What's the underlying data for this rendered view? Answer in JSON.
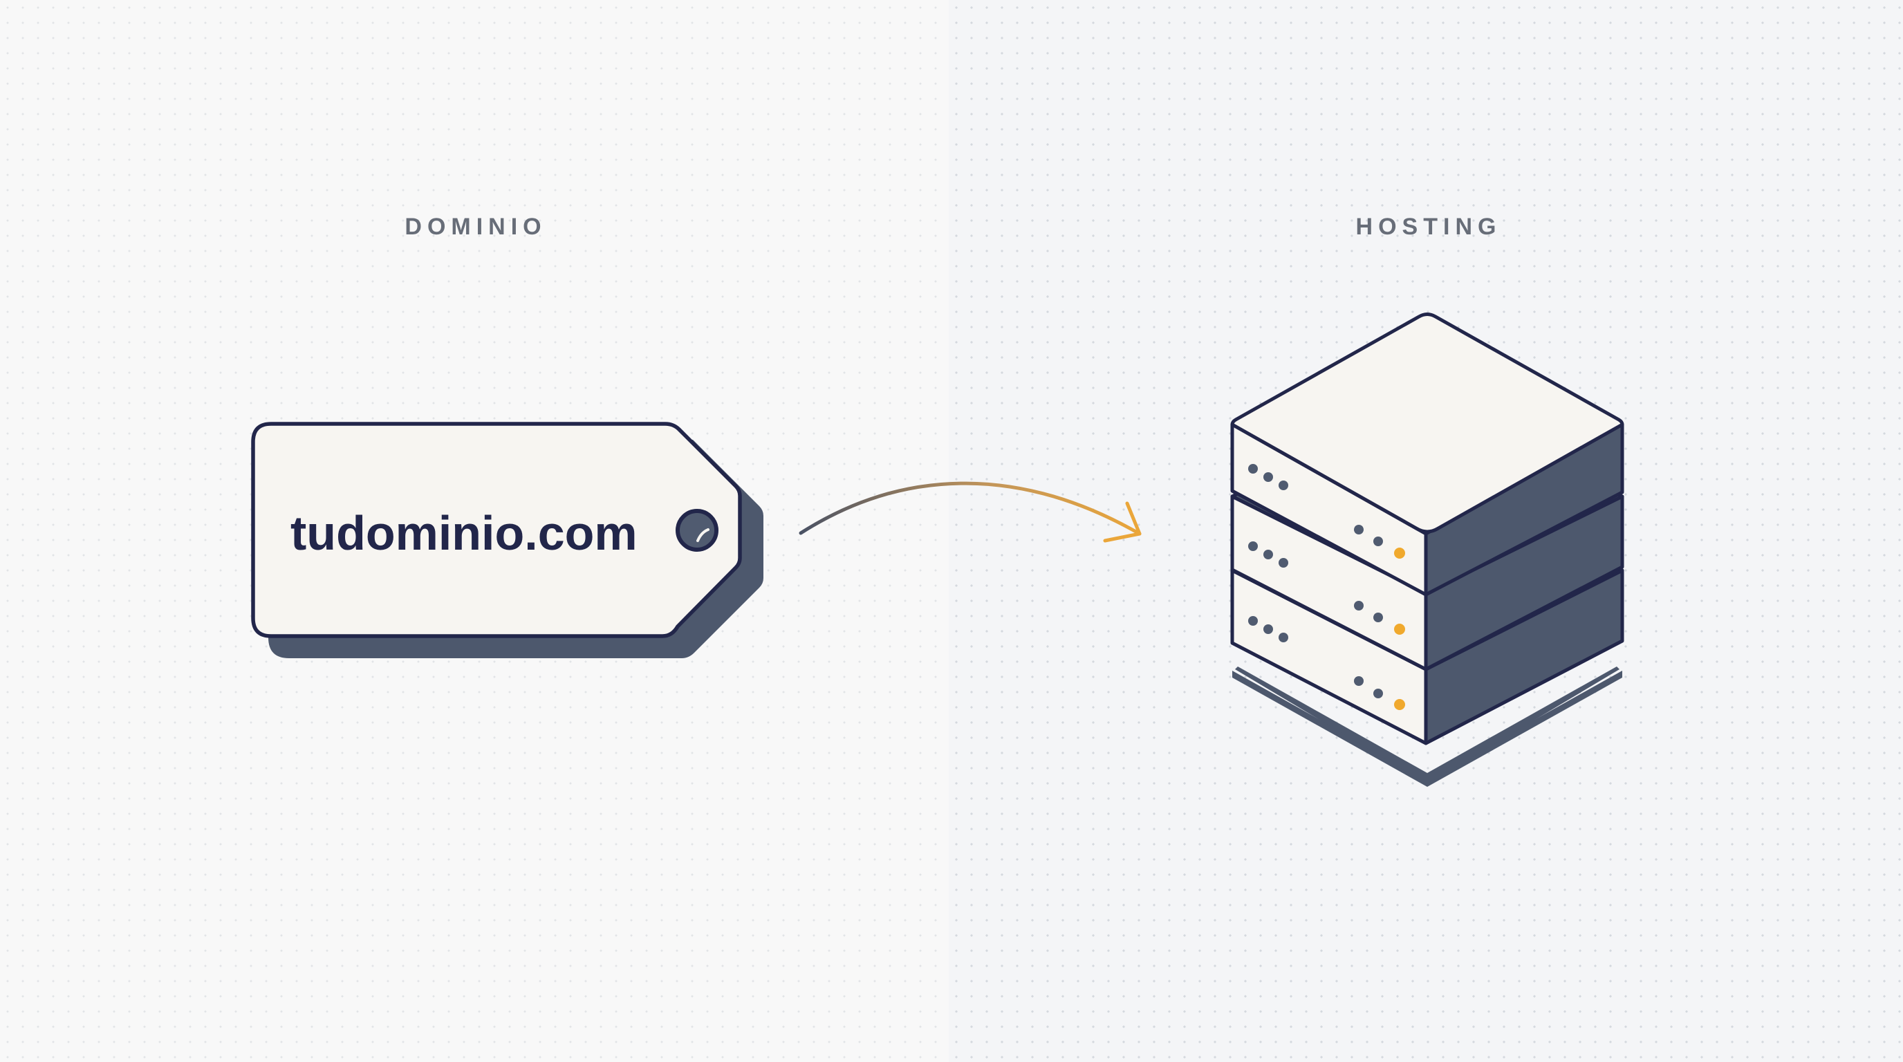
{
  "labels": {
    "domain": "DOMINIO",
    "hosting": "HOSTING"
  },
  "domain_tag": {
    "text": "tudominio.com",
    "icon": "tag-icon"
  },
  "arrow": {
    "icon": "curved-arrow-icon",
    "gradient_start": "#4a5264",
    "gradient_end": "#eaa63a"
  },
  "server": {
    "icon": "server-stack-icon",
    "units": 3,
    "status_led_color": "#f0a92d"
  },
  "colors": {
    "outline": "#22264a",
    "face": "#f7f5f1",
    "shadow": "#4d586d",
    "label_text": "#676d78"
  }
}
